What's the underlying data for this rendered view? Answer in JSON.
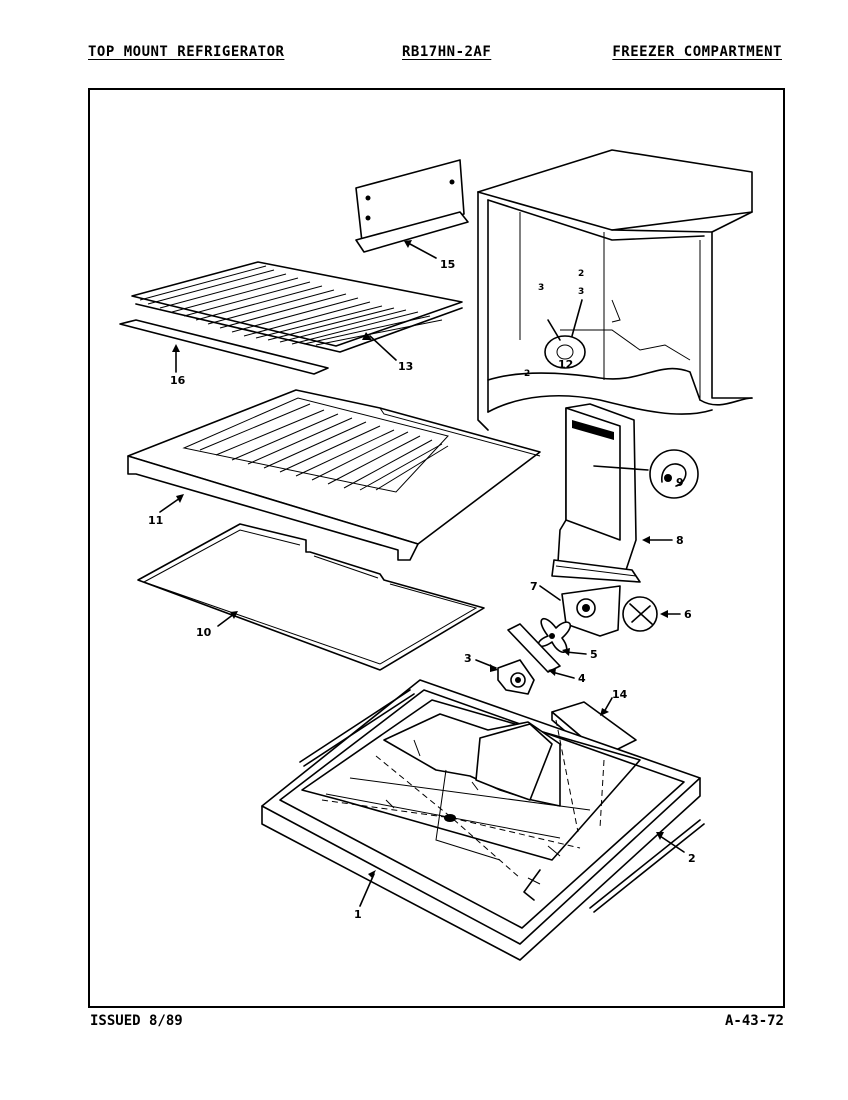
{
  "header": {
    "left": "TOP MOUNT REFRIGERATOR",
    "center": "RB17HN-2AF",
    "right": "FREEZER COMPARTMENT"
  },
  "footer": {
    "left": "ISSUED 8/89",
    "right": "A-43-72"
  },
  "callouts": {
    "c1": "1",
    "c2": "2",
    "c3": "3",
    "c4": "4",
    "c5": "5",
    "c6": "6",
    "c7": "7",
    "c8": "8",
    "c9": "9",
    "c10": "10",
    "c11": "11",
    "c12": "12",
    "c13": "13",
    "c14": "14",
    "c15": "15",
    "c16": "16"
  },
  "small_labels": {
    "s3a": "3",
    "s3b": "3",
    "s2a": "2",
    "s2b": "2"
  }
}
